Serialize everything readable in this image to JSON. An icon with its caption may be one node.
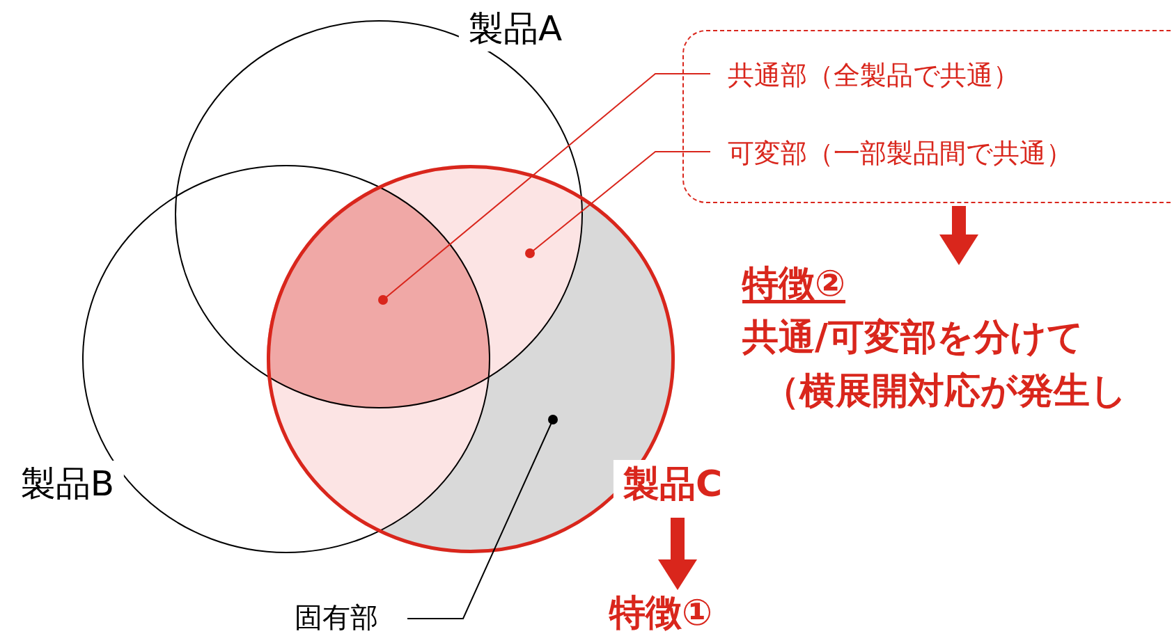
{
  "diagram": {
    "nodes": [
      {
        "text": [
          "製品A"
        ]
      },
      {
        "text": [
          "製品B"
        ]
      },
      {
        "text": [
          "製品C"
        ]
      },
      {
        "text": [],
        "shape": "box"
      },
      {
        "text": [
          "共通部（全製品で共通）"
        ],
        "in": 3
      },
      {
        "text": [
          "可変部（一部製品間で共通）"
        ],
        "in": 3
      },
      {
        "text": [],
        "shape": "circle"
      },
      {
        "text": [],
        "shape": "circle"
      },
      {
        "text": [
          "固有部"
        ]
      },
      {
        "text": [],
        "shape": "circle",
        "in": 2
      },
      {
        "text": [
          "特徴②",
          "共通/可変部を分けて",
          "（横展開対応が発生し"
        ]
      },
      {
        "text": [
          "特徴①"
        ]
      }
    ],
    "edges": [
      {
        "from": 4,
        "to": 6,
        "arrow": "none"
      },
      {
        "from": 5,
        "to": 7,
        "arrow": "none"
      },
      {
        "from": 8,
        "to": 9,
        "arrow": "none",
        "color": "#000000"
      },
      {
        "from": 3,
        "to": 10,
        "arrow": "to",
        "style": "thick"
      },
      {
        "from": 2,
        "to": 11,
        "arrow": "to",
        "style": "thick"
      }
    ]
  }
}
